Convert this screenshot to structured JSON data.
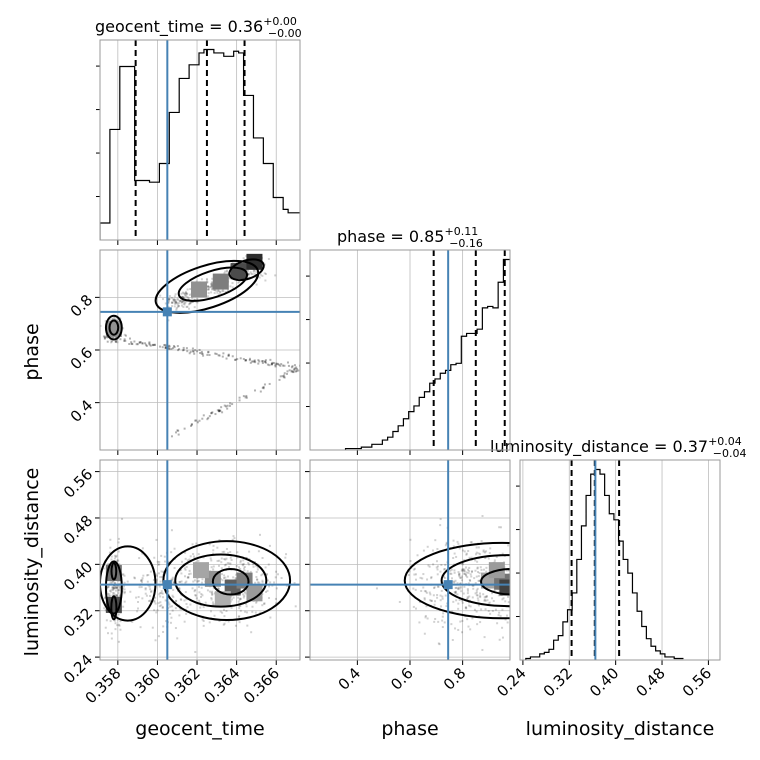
{
  "chart_data": {
    "type": "corner",
    "parameters": [
      "geocent_time",
      "phase",
      "luminosity_distance"
    ],
    "truths": {
      "geocent_time": 0.3605,
      "phase": 0.745,
      "luminosity_distance": 0.365
    },
    "axes": {
      "geocent_time": {
        "label": "geocent_time",
        "range": [
          0.3571,
          0.3672
        ],
        "ticks": [
          0.358,
          0.36,
          0.362,
          0.364,
          0.366
        ],
        "tick_labels": [
          "0.358",
          "0.360",
          "0.362",
          "0.364",
          "0.366"
        ]
      },
      "phase": {
        "label": "phase",
        "range": [
          0.22,
          0.98
        ],
        "ticks": [
          0.4,
          0.6,
          0.8
        ],
        "tick_labels": [
          "0.4",
          "0.6",
          "0.8"
        ]
      },
      "luminosity_distance": {
        "label": "luminosity_distance",
        "range": [
          0.235,
          0.58
        ],
        "ticks": [
          0.24,
          0.32,
          0.4,
          0.48,
          0.56
        ],
        "tick_labels": [
          "0.24",
          "0.32",
          "0.40",
          "0.48",
          "0.56"
        ]
      }
    },
    "diagonal": [
      {
        "parameter": "geocent_time",
        "title": {
          "prefix": "geocent_time = 0.36",
          "plus": "+0.00",
          "minus": "−0.00"
        },
        "quantiles": [
          0.3589,
          0.3625,
          0.3644
        ],
        "bin_edges": [
          0.3571,
          0.35735,
          0.3576,
          0.35785,
          0.3581,
          0.35835,
          0.3586,
          0.35885,
          0.3591,
          0.35935,
          0.3596,
          0.35985,
          0.3601,
          0.36035,
          0.3606,
          0.36085,
          0.3611,
          0.36135,
          0.3616,
          0.36185,
          0.3621,
          0.36235,
          0.3626,
          0.36285,
          0.3631,
          0.36335,
          0.3636,
          0.36385,
          0.3641,
          0.36435,
          0.3646,
          0.36485,
          0.3651,
          0.36535,
          0.3656,
          0.36585,
          0.3661,
          0.36635,
          0.3666,
          0.36685,
          0.3671,
          0.36722
        ],
        "counts": [
          10,
          10,
          65,
          65,
          102,
          102,
          102,
          35,
          35,
          35,
          34,
          34,
          45,
          45,
          75,
          75,
          95,
          95,
          103,
          103,
          110,
          112,
          112,
          110,
          110,
          108,
          108,
          111,
          110,
          85,
          85,
          60,
          60,
          45,
          45,
          25,
          25,
          18,
          16,
          16,
          16
        ]
      },
      {
        "parameter": "phase",
        "title": {
          "prefix": "phase = 0.85",
          "plus": "+0.11",
          "minus": "−0.16"
        },
        "quantiles": [
          0.69,
          0.85,
          0.96
        ],
        "bin_edges": [
          0.355,
          0.375,
          0.395,
          0.415,
          0.435,
          0.455,
          0.475,
          0.495,
          0.515,
          0.535,
          0.555,
          0.575,
          0.595,
          0.615,
          0.635,
          0.655,
          0.675,
          0.695,
          0.715,
          0.735,
          0.755,
          0.775,
          0.795,
          0.815,
          0.835,
          0.855,
          0.875,
          0.895,
          0.915,
          0.935,
          0.955,
          0.975,
          0.98
        ],
        "counts": [
          1,
          1,
          1,
          2,
          2,
          4,
          4,
          7,
          9,
          13,
          17,
          22,
          27,
          31,
          37,
          41,
          47,
          50,
          54,
          56,
          60,
          61,
          80,
          82,
          82,
          85,
          100,
          101,
          100,
          118,
          134,
          134
        ]
      },
      {
        "parameter": "luminosity_distance",
        "title": {
          "prefix": "luminosity_distance = 0.37",
          "plus": "+0.04",
          "minus": "−0.04"
        },
        "quantiles": [
          0.324,
          0.364,
          0.406
        ],
        "bin_edges": [
          0.245,
          0.253,
          0.261,
          0.269,
          0.277,
          0.285,
          0.293,
          0.301,
          0.309,
          0.317,
          0.325,
          0.333,
          0.341,
          0.349,
          0.357,
          0.365,
          0.373,
          0.381,
          0.389,
          0.397,
          0.405,
          0.413,
          0.421,
          0.429,
          0.437,
          0.445,
          0.453,
          0.461,
          0.469,
          0.477,
          0.485,
          0.493,
          0.501,
          0.509,
          0.517
        ],
        "counts": [
          1,
          2,
          2,
          4,
          5,
          7,
          13,
          16,
          25,
          33,
          44,
          66,
          88,
          108,
          122,
          125,
          122,
          108,
          96,
          92,
          78,
          66,
          57,
          44,
          32,
          22,
          14,
          9,
          6,
          4,
          2,
          2,
          1,
          1
        ]
      }
    ],
    "pairs": [
      {
        "x": "geocent_time",
        "y": "phase",
        "blobs": [
          {
            "x": 0.3578,
            "y": 0.682,
            "sx": 0.00018,
            "sy": 0.028,
            "n": 130
          },
          {
            "x": 0.3612,
            "y": 0.792,
            "sx": 0.00045,
            "sy": 0.018,
            "n": 110
          },
          {
            "x": 0.3628,
            "y": 0.845,
            "sx": 0.0004,
            "sy": 0.016,
            "n": 110
          },
          {
            "x": 0.3645,
            "y": 0.91,
            "sx": 0.0005,
            "sy": 0.02,
            "n": 120
          }
        ],
        "contours": [
          {
            "x": 0.3578,
            "y": 0.685,
            "rx": 0.0004,
            "ry": 0.045
          },
          {
            "x": 0.3578,
            "y": 0.685,
            "rx": 0.00022,
            "ry": 0.027
          },
          {
            "x": 0.3625,
            "y": 0.84,
            "rx": 0.0027,
            "ry": 0.08,
            "tilt": -18
          },
          {
            "x": 0.3628,
            "y": 0.85,
            "rx": 0.0018,
            "ry": 0.05,
            "tilt": -18
          },
          {
            "x": 0.3645,
            "y": 0.905,
            "rx": 0.0009,
            "ry": 0.035,
            "tilt": -18
          }
        ],
        "cells": [
          {
            "x": 0.3632,
            "y": 0.86,
            "v": 0.55
          },
          {
            "x": 0.3641,
            "y": 0.9,
            "v": 0.8
          },
          {
            "x": 0.3649,
            "y": 0.935,
            "v": 0.95
          },
          {
            "x": 0.3578,
            "y": 0.68,
            "v": 0.45
          },
          {
            "x": 0.3621,
            "y": 0.83,
            "v": 0.45
          }
        ]
      },
      {
        "x": "geocent_time",
        "y": "luminosity_distance",
        "blobs": [
          {
            "x": 0.3578,
            "y": 0.36,
            "sx": 0.00022,
            "sy": 0.035,
            "n": 220
          },
          {
            "x": 0.3635,
            "y": 0.37,
            "sx": 0.0015,
            "sy": 0.032,
            "n": 420
          },
          {
            "x": 0.3602,
            "y": 0.36,
            "sx": 0.0008,
            "sy": 0.038,
            "n": 160
          }
        ],
        "contours": [
          {
            "x": 0.3585,
            "y": 0.367,
            "rx": 0.0014,
            "ry": 0.064
          },
          {
            "x": 0.3578,
            "y": 0.36,
            "rx": 0.0004,
            "ry": 0.045
          },
          {
            "x": 0.3578,
            "y": 0.325,
            "rx": 0.00013,
            "ry": 0.02
          },
          {
            "x": 0.3578,
            "y": 0.388,
            "rx": 0.00012,
            "ry": 0.014
          },
          {
            "x": 0.3635,
            "y": 0.372,
            "rx": 0.0032,
            "ry": 0.068
          },
          {
            "x": 0.3632,
            "y": 0.372,
            "rx": 0.0023,
            "ry": 0.045
          },
          {
            "x": 0.3637,
            "y": 0.37,
            "rx": 0.0009,
            "ry": 0.022
          }
        ],
        "cells": [
          {
            "x": 0.3628,
            "y": 0.375,
            "v": 0.45
          },
          {
            "x": 0.3638,
            "y": 0.36,
            "v": 0.7
          },
          {
            "x": 0.3644,
            "y": 0.372,
            "v": 0.55
          },
          {
            "x": 0.3622,
            "y": 0.39,
            "v": 0.35
          },
          {
            "x": 0.3578,
            "y": 0.33,
            "v": 0.8
          },
          {
            "x": 0.3578,
            "y": 0.385,
            "v": 0.6
          },
          {
            "x": 0.3633,
            "y": 0.34,
            "v": 0.3
          },
          {
            "x": 0.3649,
            "y": 0.35,
            "v": 0.4
          }
        ]
      },
      {
        "x": "phase",
        "y": "luminosity_distance",
        "blobs": [
          {
            "x": 0.86,
            "y": 0.37,
            "sx": 0.13,
            "sy": 0.04,
            "n": 520
          }
        ],
        "contours": [
          {
            "x": 0.95,
            "y": 0.372,
            "rx": 0.37,
            "ry": 0.065
          },
          {
            "x": 0.97,
            "y": 0.372,
            "rx": 0.25,
            "ry": 0.044
          },
          {
            "x": 0.99,
            "y": 0.37,
            "rx": 0.12,
            "ry": 0.022
          }
        ],
        "cells": [
          {
            "x": 0.9,
            "y": 0.372,
            "v": 0.35
          },
          {
            "x": 0.95,
            "y": 0.37,
            "v": 0.6
          },
          {
            "x": 0.97,
            "y": 0.36,
            "v": 0.85
          },
          {
            "x": 0.93,
            "y": 0.39,
            "v": 0.4
          }
        ]
      }
    ],
    "colors": {
      "truth": "#4682b4",
      "line": "#000000",
      "grid": "#bdbdbd",
      "frame": "#9a9a9a"
    }
  }
}
